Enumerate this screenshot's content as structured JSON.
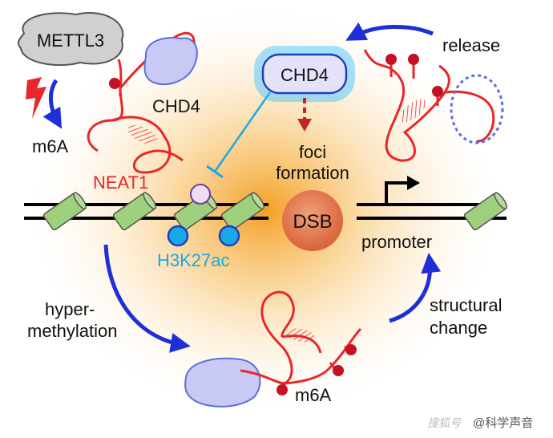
{
  "labels": {
    "mettl3": "METTL3",
    "chd4_top": "CHD4",
    "chd4_left": "CHD4",
    "m6a_left": "m6A",
    "neat1": "NEAT1",
    "h3k27ac": "H3K27ac",
    "foci_line1": "foci",
    "foci_line2": "formation",
    "dsb": "DSB",
    "promoter": "promoter",
    "release": "release",
    "hyper_line1": "hyper-",
    "hyper_line2": "methylation",
    "structural_line1": "structural",
    "structural_line2": "change",
    "m6a_bottom": "m6A",
    "watermark": "@科学声音",
    "watermark_logo": "搜狐号"
  },
  "colors": {
    "rna": "#e8272a",
    "arrow_blue": "#1e2fd8",
    "nucleosome": "#9fd07e",
    "chd4_fill": "#c9c9f5",
    "mettl3_fill": "#d0d0d0",
    "h3k27ac": "#1aa8e6",
    "dsb": "#e07545",
    "glow": "#f5a623"
  }
}
